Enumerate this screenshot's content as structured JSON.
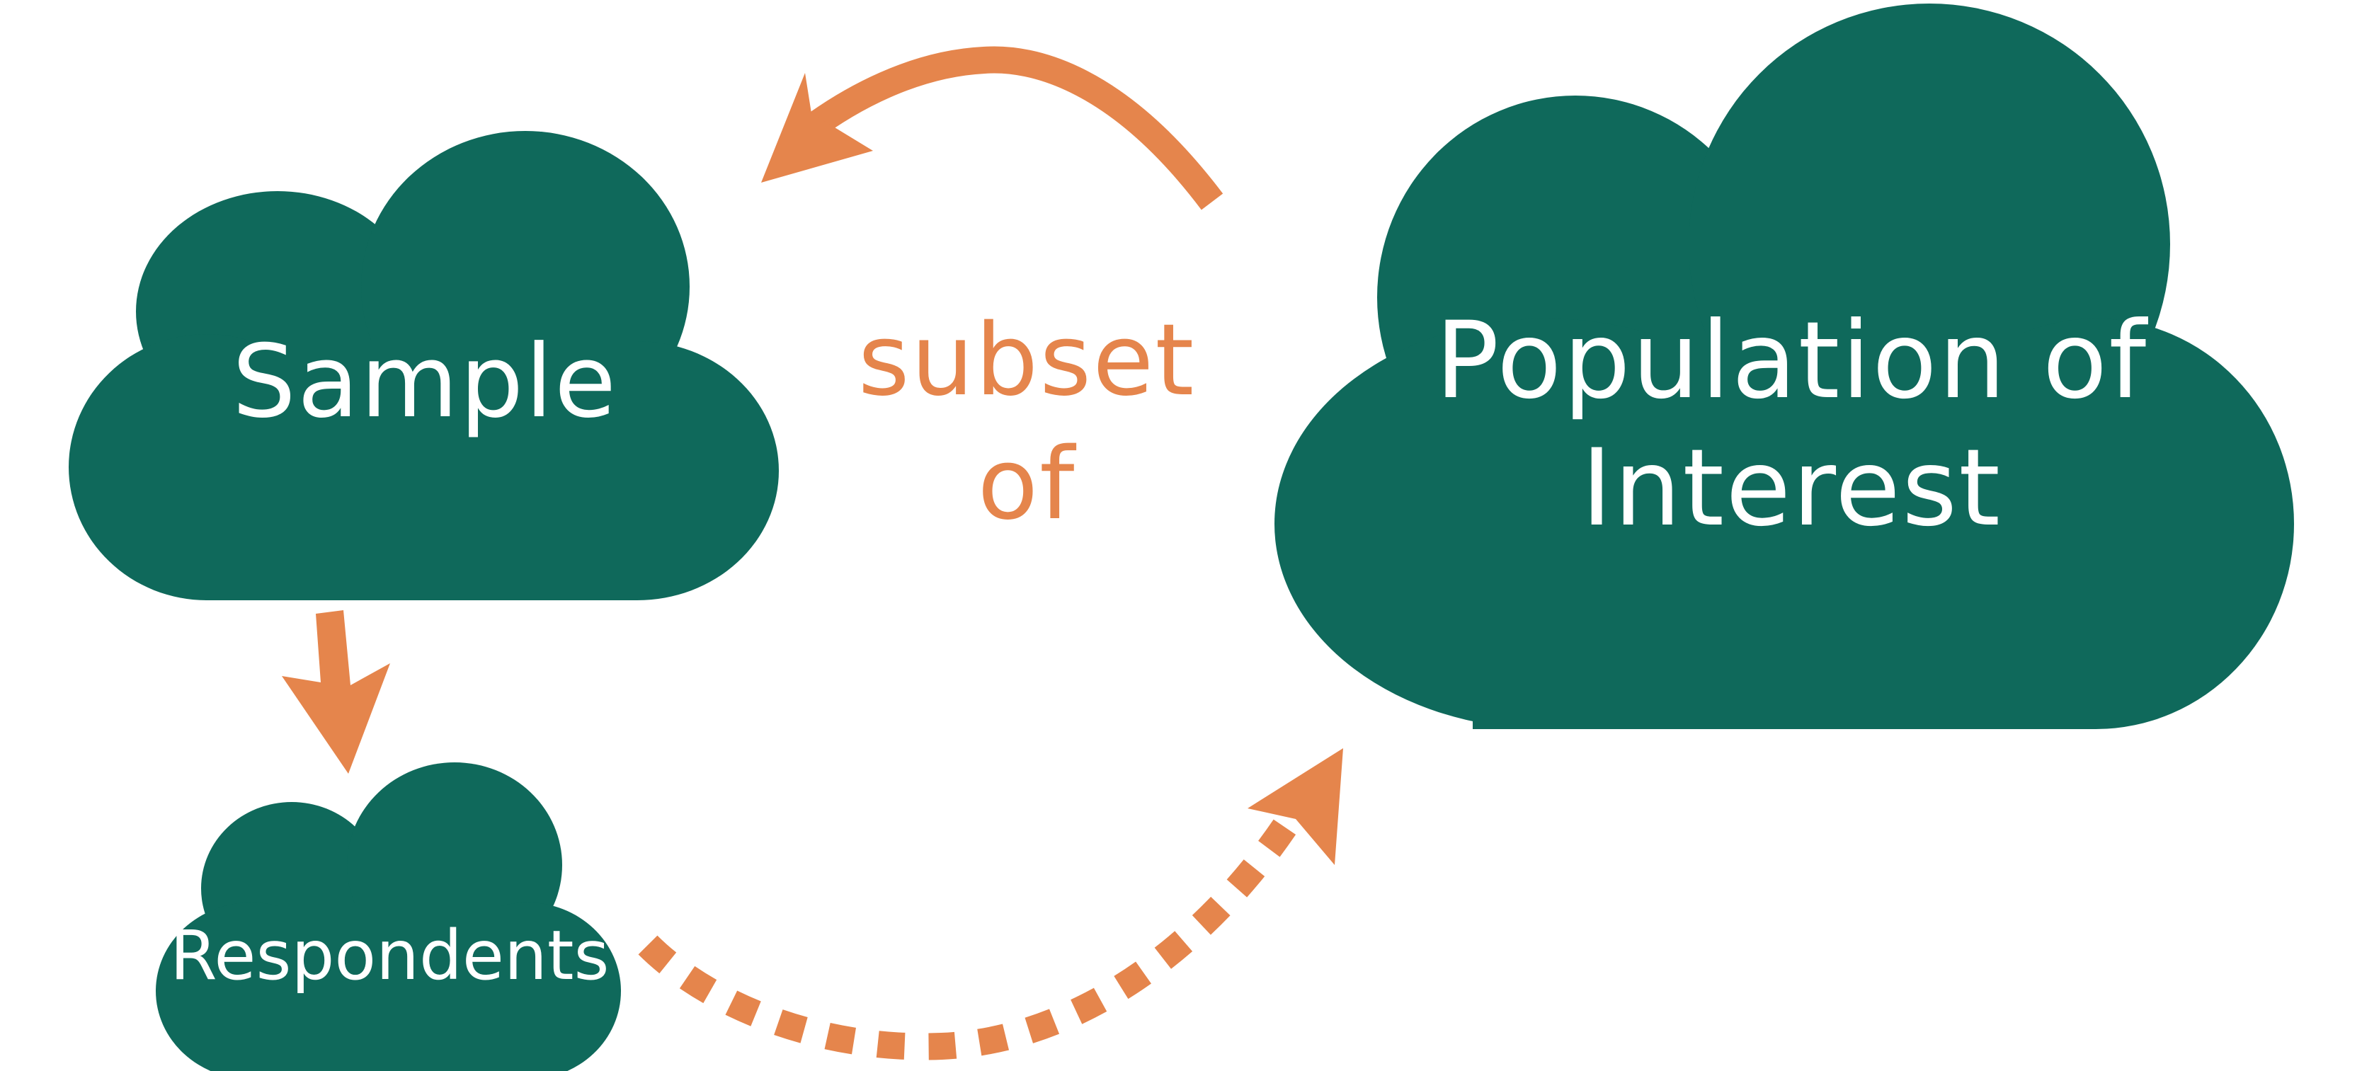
{
  "colors": {
    "cloud_fill": "#0F695B",
    "arrow": "#E5854C",
    "text_on_cloud": "#FFFFFF",
    "background": "#FFFFFF"
  },
  "nodes": {
    "sample": {
      "label": "Sample"
    },
    "population": {
      "line1": "Population of",
      "line2": "Interest"
    },
    "respondents": {
      "label": "Respondents"
    }
  },
  "edges": {
    "subset_label": {
      "line1": "subset",
      "line2": "of"
    }
  }
}
